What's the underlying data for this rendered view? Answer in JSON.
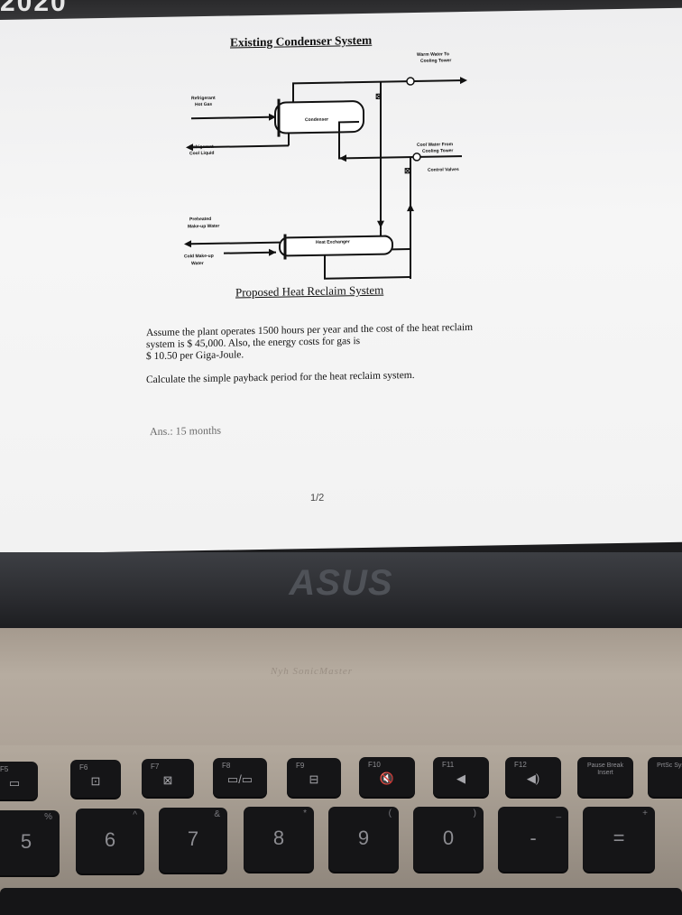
{
  "top_bezel": {
    "partial_text": "2020"
  },
  "document": {
    "diagram_title": "Existing Condenser System",
    "proposed_title": "Proposed Heat Reclaim System",
    "labels": {
      "warm_water": "Warm Water To",
      "cooling_tower_1": "Cooling Tower",
      "refrigerant": "Refrigerant",
      "hot_gas": "Hot Gas",
      "condenser": "Condenser",
      "refrigerant_2": "Refrigerant",
      "cool_liquid": "Cool Liquid",
      "cool_water_from": "Cool Water From",
      "cooling_tower_2": "Cooling Tower",
      "control_valves": "Control Valves",
      "preheated": "Preheated",
      "make_up_water": "Make-up Water",
      "heat_exchanger": "Heat Exchanger",
      "cold_make_up": "Cold Make-up",
      "water": "Water"
    },
    "problem_lines": [
      "Assume the plant operates 1500 hours per year and the cost of the heat reclaim",
      "system is $ 45,000.  Also, the energy costs for gas is",
      "$ 10.50 per Giga-Joule."
    ],
    "question": "Calculate the simple payback period for the heat reclaim system.",
    "answer": "Ans.: 15 months",
    "page_indicator": "1/2"
  },
  "laptop": {
    "brand": "ASUS",
    "deck_label": "Nyh SonicMaster"
  },
  "keyboard": {
    "function_keys": [
      {
        "fn": "F5",
        "glyph": "▭"
      },
      {
        "fn": "F6",
        "glyph": "⊡"
      },
      {
        "fn": "F7",
        "glyph": "⊠"
      },
      {
        "fn": "F8",
        "glyph": "▭/▭"
      },
      {
        "fn": "F9",
        "glyph": "⊟"
      },
      {
        "fn": "F10",
        "glyph": "🔇"
      },
      {
        "fn": "F11",
        "glyph": "◀"
      },
      {
        "fn": "F12",
        "glyph": "◀)"
      },
      {
        "fn": "",
        "glyph": "Pause Break Insert"
      },
      {
        "fn": "",
        "glyph": "PrtSc SysRq"
      }
    ],
    "number_keys": [
      {
        "main": "5",
        "alt": "%"
      },
      {
        "main": "6",
        "alt": "^"
      },
      {
        "main": "7",
        "alt": "&"
      },
      {
        "main": "8",
        "alt": "*"
      },
      {
        "main": "9",
        "alt": "("
      },
      {
        "main": "0",
        "alt": ")"
      },
      {
        "main": "-",
        "alt": "_"
      },
      {
        "main": "=",
        "alt": "+"
      }
    ]
  }
}
